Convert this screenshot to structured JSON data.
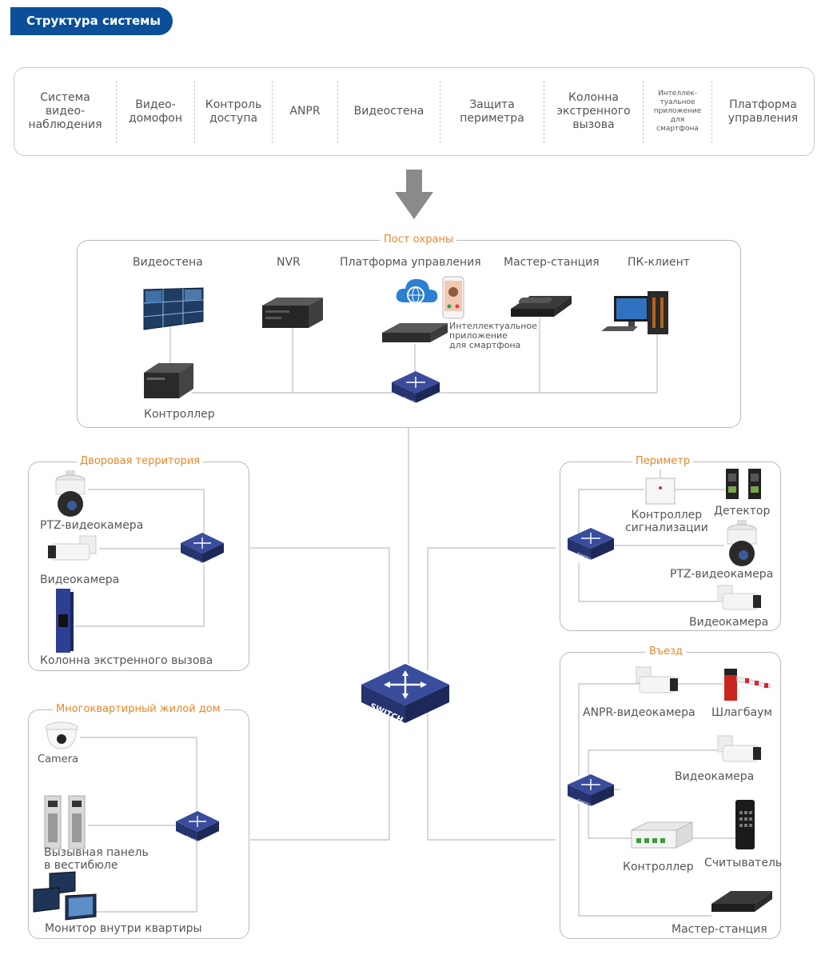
{
  "header": {
    "title": "Структура системы"
  },
  "categories": [
    "Система\nвидео-\nнаблюдения",
    "Видео-\nдомофон",
    "Контроль\nдоступа",
    "ANPR",
    "Видеостена",
    "Защита\nпериметра",
    "Колонна\nэкстренного\nвызова",
    "Интеллек-\nтуальное\nприложение\nдля\nсмартфона",
    "Платформа\nуправления"
  ],
  "guard_post": {
    "title": "Пост охраны",
    "videowall": "Видеостена",
    "nvr": "NVR",
    "platform": "Платформа управления",
    "master_station": "Мастер-станция",
    "pc_client": "ПК-клиент",
    "smart_app": "Интеллектуальное\nприложение\nдля смартфона",
    "controller": "Контроллер",
    "switch_text": "SWITCH"
  },
  "courtyard": {
    "title": "Дворовая территория",
    "ptz": "PTZ-видеокамера",
    "camera": "Видеокамера",
    "emergency": "Колонна экстренного вызова",
    "switch_text": "SWITCH"
  },
  "apartment": {
    "title": "Многоквартирный жилой дом",
    "camera": "Camera",
    "lobby_panel": "Вызывная панель\nв вестибюле",
    "indoor_monitor": "Монитор внутри квартиры",
    "switch_text": "SWITCH"
  },
  "perimeter": {
    "title": "Периметр",
    "alarm_controller": "Контроллер\nсигнализации",
    "detector": "Детектор",
    "ptz": "PTZ-видеокамера",
    "camera": "Видеокамера",
    "switch_text": "SWITCH"
  },
  "entrance": {
    "title": "Въезд",
    "anpr": "ANPR-видеокамера",
    "barrier": "Шлагбаум",
    "camera": "Видеокамера",
    "controller": "Контроллер",
    "reader": "Считыватель",
    "master_station": "Мастер-станция",
    "switch_text": "SWITCH"
  },
  "core": {
    "switch_text": "SWITCH"
  },
  "colors": {
    "brand": "#0a4f97",
    "accent": "#e8872b",
    "switch": "#2e3f8f"
  }
}
